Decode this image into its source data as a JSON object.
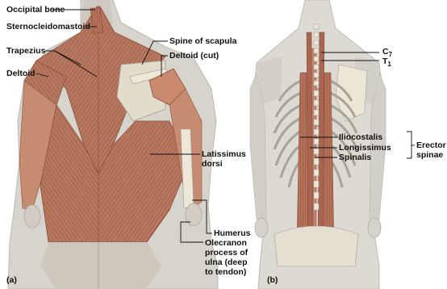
{
  "panel_a": {
    "label": "(a)",
    "labels": {
      "occipital_bone": "Occipital bone",
      "sternocleidomastoid": "Sternocleidomastoid",
      "trapezius": "Trapezius",
      "deltoid": "Deltoid",
      "spine_of_scapula": "Spine of scapula",
      "deltoid_cut": "Deltoid (cut)",
      "latissimus_dorsi": "Latissimus\ndorsi",
      "humerus": "Humerus",
      "olecranon": "Olecranon\nprocess of\nulna (deep\nto tendon)"
    }
  },
  "panel_b": {
    "label": "(b)",
    "labels": {
      "c7_letter": "C",
      "c7_sub": "7",
      "t1_letter": "T",
      "t1_sub": "1",
      "iliocostalis": "Iliocostalis",
      "longissimus": "Longissimus",
      "spinalis": "Spinalis",
      "erector_spinae": "Erector\nspinae"
    }
  },
  "colors": {
    "skin": "#d7d3cd",
    "skin_shade": "#bdb8b1",
    "muscle": "#b7785f",
    "muscle_dark": "#8c4f3c",
    "muscle_light": "#cf9a84",
    "bone": "#e9e4d4",
    "leader": "#111111"
  }
}
